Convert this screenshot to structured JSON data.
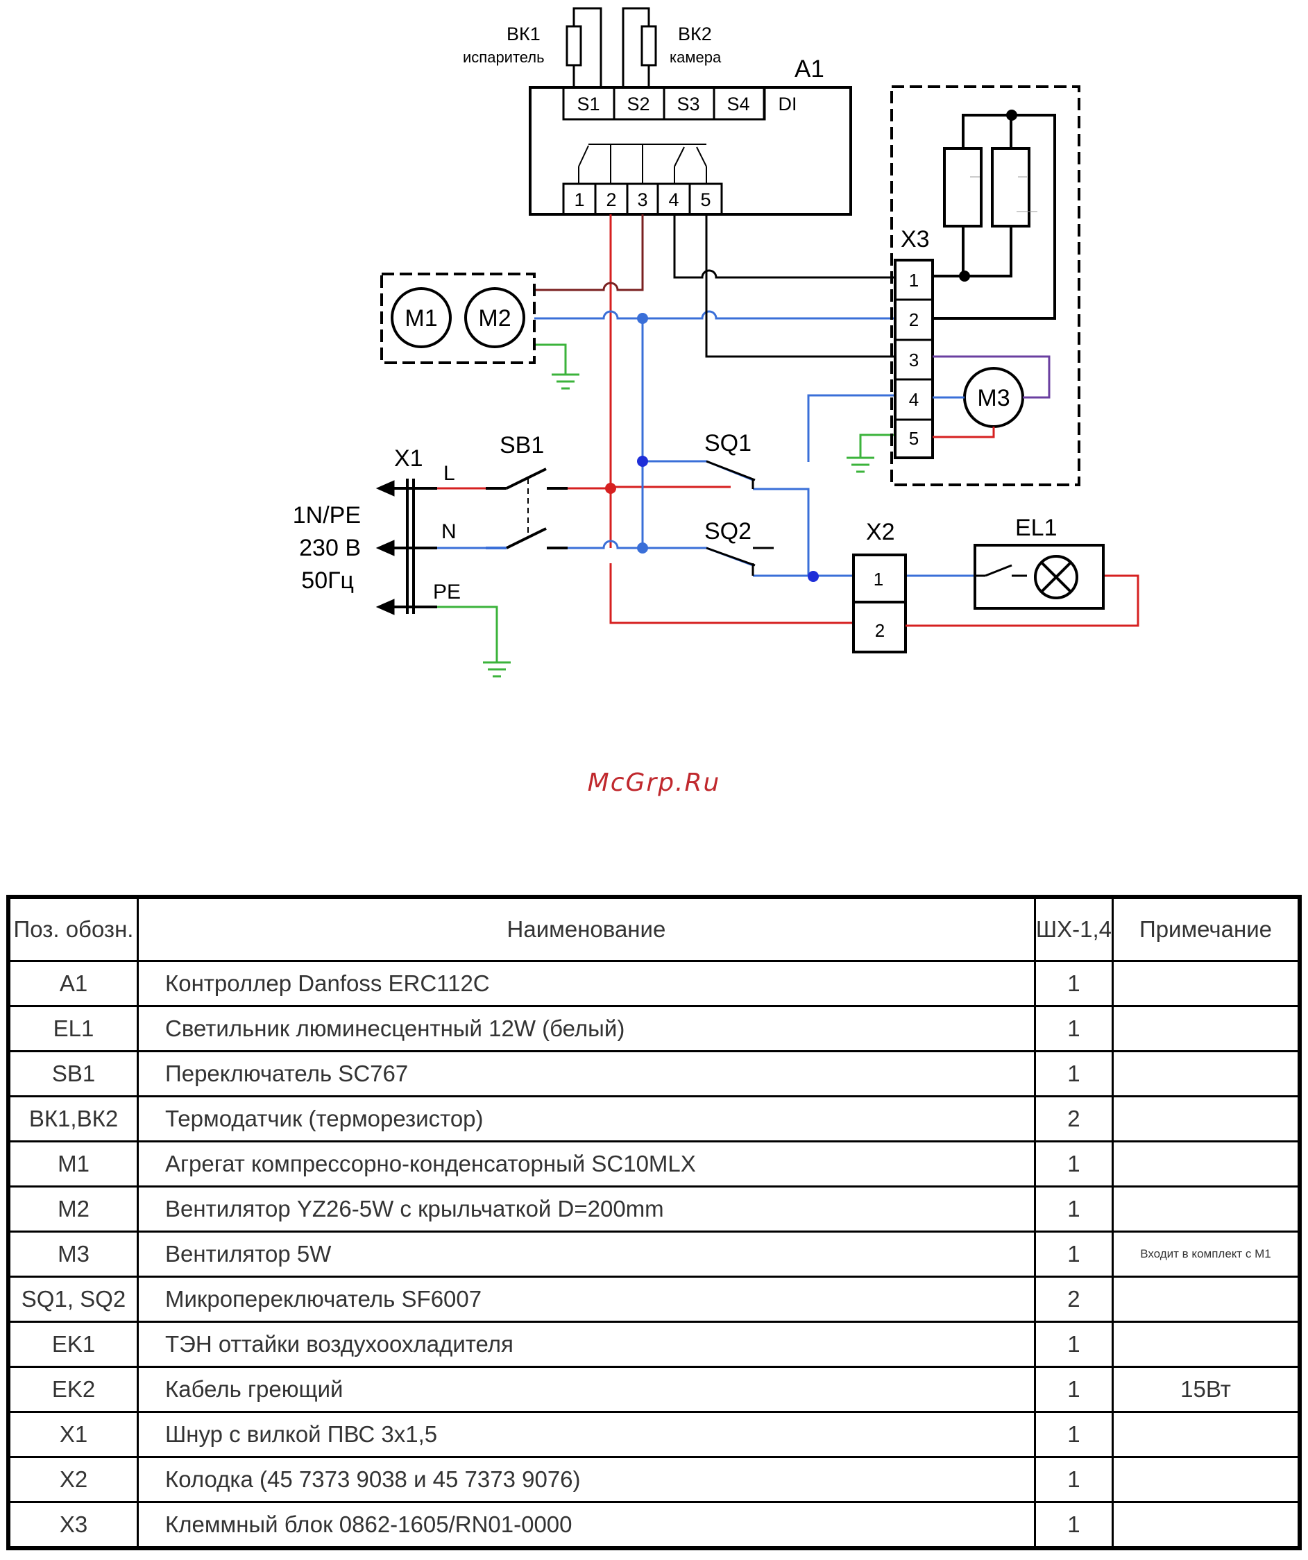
{
  "diagram": {
    "sensors": {
      "bk1": {
        "name": "ВК1",
        "sub": "испаритель"
      },
      "bk2": {
        "name": "ВК2",
        "sub": "камера"
      }
    },
    "controller": {
      "name": "A1",
      "inputs": [
        "S1",
        "S2",
        "S3",
        "S4",
        "DI"
      ],
      "outputs": [
        "1",
        "2",
        "3",
        "4",
        "5"
      ]
    },
    "motors": {
      "m1": "M1",
      "m2": "M2",
      "m3": "M3"
    },
    "x3": {
      "name": "X3",
      "terminals": [
        "1",
        "2",
        "3",
        "4",
        "5"
      ]
    },
    "x1": {
      "name": "X1",
      "l": "L",
      "n": "N",
      "pe": "PE"
    },
    "supply": [
      "1N/PE",
      "230 В",
      "50Гц"
    ],
    "sb1": "SB1",
    "sq1": "SQ1",
    "sq2": "SQ2",
    "x2": {
      "name": "X2",
      "terminals": [
        "1",
        "2"
      ]
    },
    "el1": "EL1",
    "colors": {
      "phase": "#d62020",
      "neutral": "#3a6fd8",
      "earth": "#3bb33b",
      "brown": "#7a2020",
      "violet": "#6a3fa0"
    }
  },
  "watermark": "McGrp.Ru",
  "table": {
    "headers": {
      "pos": "Поз. обозн.",
      "name": "Наименование",
      "qty": "ШХ-1,4",
      "note": "Примечание"
    },
    "rows": [
      {
        "pos": "A1",
        "name": "Контроллер Danfoss ERC112C",
        "qty": "1",
        "note": ""
      },
      {
        "pos": "EL1",
        "name": "Светильник люминесцентный  12W (белый)",
        "qty": "1",
        "note": ""
      },
      {
        "pos": "SB1",
        "name": "Переключатель SC767",
        "qty": "1",
        "note": ""
      },
      {
        "pos": "ВК1,ВК2",
        "name": "Термодатчик (терморезистор)",
        "qty": "2",
        "note": ""
      },
      {
        "pos": "M1",
        "name": "Агрегат компрессорно-конденсаторный SC10MLX",
        "qty": "1",
        "note": ""
      },
      {
        "pos": "M2",
        "name": "Вентилятор YZ26-5W с крыльчаткой D=200mm",
        "qty": "1",
        "note": ""
      },
      {
        "pos": "M3",
        "name": "Вентилятор 5W",
        "qty": "1",
        "note": "Входит в комплект с M1"
      },
      {
        "pos": "SQ1, SQ2",
        "name": "Микропереключатель SF6007",
        "qty": "2",
        "note": ""
      },
      {
        "pos": "EK1",
        "name": "ТЭН оттайки воздухоохладителя",
        "qty": "1",
        "note": ""
      },
      {
        "pos": "EK2",
        "name": "Кабель греющий",
        "qty": "1",
        "note": "15Вт"
      },
      {
        "pos": "X1",
        "name": "Шнур с вилкой ПВС 3х1,5",
        "qty": "1",
        "note": ""
      },
      {
        "pos": "X2",
        "name": "Колодка (45 7373 9038 и 45 7373 9076)",
        "qty": "1",
        "note": ""
      },
      {
        "pos": "X3",
        "name": "Клеммный блок 0862-1605/RN01-0000",
        "qty": "1",
        "note": ""
      }
    ]
  }
}
